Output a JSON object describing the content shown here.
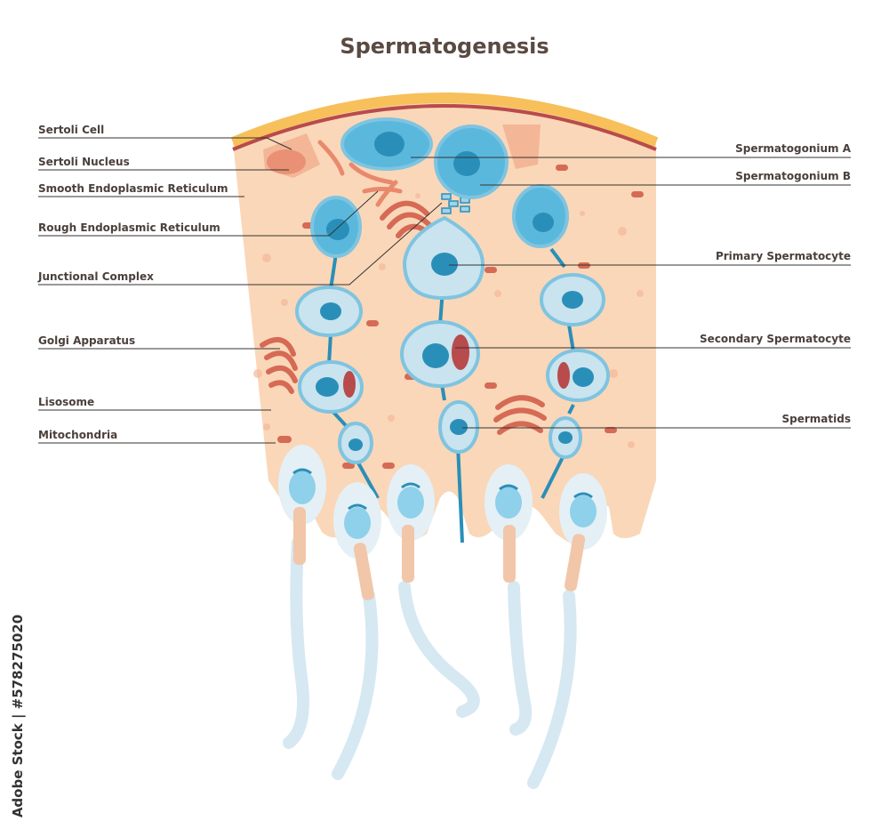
{
  "title": "Spermatogenesis",
  "labels": {
    "left": [
      "Sertoli Cell",
      "Sertoli Nucleus",
      "Smooth Endoplasmic Reticulum",
      "Rough Endoplasmic Reticulum",
      "Junctional Complex",
      "Golgi Apparatus",
      "Lisosome",
      "Mitochondria"
    ],
    "right": [
      "Spermatogonium A",
      "Spermatogonium B",
      "Primary Spermatocyte",
      "Secondary Spermatocyte",
      "Spermatids"
    ]
  },
  "watermark": "Adobe Stock | #578275020",
  "colors": {
    "tissue": "#fad7b8",
    "membrane_outer": "#f7c05a",
    "membrane_inner": "#b84b4b",
    "cell_fill": "#5bb8dd",
    "cell_stroke": "#7fc4e0",
    "nucleus": "#2a8fb8",
    "organelle": "#dd7f63",
    "sperm_tail": "#d6e8f2"
  }
}
